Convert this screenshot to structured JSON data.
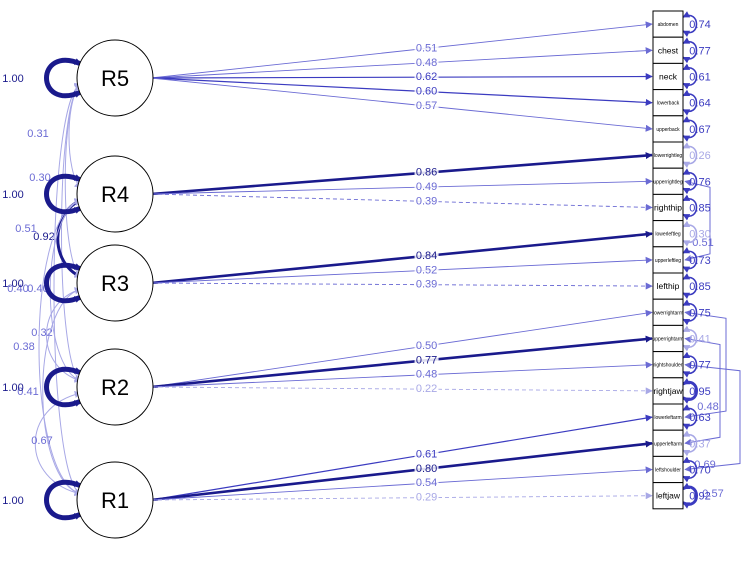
{
  "latents": [
    {
      "name": "R5",
      "variance": "1.00"
    },
    {
      "name": "R4",
      "variance": "1.00"
    },
    {
      "name": "R3",
      "variance": "1.00"
    },
    {
      "name": "R2",
      "variance": "1.00"
    },
    {
      "name": "R1",
      "variance": "1.00"
    }
  ],
  "indicators": [
    {
      "name": "abdomen",
      "residual": "0.74",
      "small": true
    },
    {
      "name": "chest",
      "residual": "0.77",
      "small": false
    },
    {
      "name": "neck",
      "residual": "0.61",
      "small": false
    },
    {
      "name": "lowerback",
      "residual": "0.64",
      "small": true
    },
    {
      "name": "upperback",
      "residual": "0.67",
      "small": true
    },
    {
      "name": "lowerrightleg",
      "residual": "0.26",
      "small": true
    },
    {
      "name": "upperrightleg",
      "residual": "0.76",
      "small": true
    },
    {
      "name": "righthip",
      "residual": "0.85",
      "small": false
    },
    {
      "name": "lowerleftleg",
      "residual": "0.30",
      "small": true
    },
    {
      "name": "upperleftleg",
      "residual": "0.73",
      "small": true
    },
    {
      "name": "lefthip",
      "residual": "0.85",
      "small": false
    },
    {
      "name": "lowerrightarm",
      "residual": "0.75",
      "small": true
    },
    {
      "name": "upperrightarm",
      "residual": "0.41",
      "small": true
    },
    {
      "name": "rightshoulder",
      "residual": "0.77",
      "small": true
    },
    {
      "name": "rightjaw",
      "residual": "0.95",
      "small": false
    },
    {
      "name": "lowerleftarm",
      "residual": "0.63",
      "small": true
    },
    {
      "name": "upperleftarm",
      "residual": "0.37",
      "small": true
    },
    {
      "name": "leftshoulder",
      "residual": "0.70",
      "small": true
    },
    {
      "name": "leftjaw",
      "residual": "0.92",
      "small": false
    }
  ],
  "loadings": [
    {
      "from": 0,
      "to": 0,
      "value": "0.51"
    },
    {
      "from": 0,
      "to": 1,
      "value": "0.48"
    },
    {
      "from": 0,
      "to": 2,
      "value": "0.62"
    },
    {
      "from": 0,
      "to": 3,
      "value": "0.60"
    },
    {
      "from": 0,
      "to": 4,
      "value": "0.57"
    },
    {
      "from": 1,
      "to": 5,
      "value": "0.86"
    },
    {
      "from": 1,
      "to": 6,
      "value": "0.49"
    },
    {
      "from": 1,
      "to": 7,
      "value": "0.39"
    },
    {
      "from": 2,
      "to": 8,
      "value": "0.84"
    },
    {
      "from": 2,
      "to": 9,
      "value": "0.52"
    },
    {
      "from": 2,
      "to": 10,
      "value": "0.39"
    },
    {
      "from": 3,
      "to": 11,
      "value": "0.50"
    },
    {
      "from": 3,
      "to": 12,
      "value": "0.77"
    },
    {
      "from": 3,
      "to": 13,
      "value": "0.48"
    },
    {
      "from": 3,
      "to": 14,
      "value": "0.22"
    },
    {
      "from": 4,
      "to": 15,
      "value": "0.61"
    },
    {
      "from": 4,
      "to": 16,
      "value": "0.80"
    },
    {
      "from": 4,
      "to": 17,
      "value": "0.54"
    },
    {
      "from": 4,
      "to": 18,
      "value": "0.29"
    }
  ],
  "latent_covariances": [
    {
      "a": 0,
      "b": 1,
      "value": "0.31"
    },
    {
      "a": 0,
      "b": 2,
      "value": "0.30"
    },
    {
      "a": 0,
      "b": 3,
      "value": "0.51"
    },
    {
      "a": 1,
      "b": 2,
      "value": "0.92"
    },
    {
      "a": 0,
      "b": 4,
      "value": "0.40"
    },
    {
      "a": 1,
      "b": 3,
      "value": "0.40"
    },
    {
      "a": 2,
      "b": 3,
      "value": "0.32"
    },
    {
      "a": 2,
      "b": 4,
      "value": "0.38"
    },
    {
      "a": 1,
      "b": 4,
      "value": "0.41"
    },
    {
      "a": 3,
      "b": 4,
      "value": "0.67"
    }
  ],
  "residual_covariances": [
    {
      "a": 6,
      "b": 9,
      "value": "0.51"
    },
    {
      "a": 11,
      "b": 15,
      "value": "0.48"
    },
    {
      "a": 12,
      "b": 16,
      "value": "0.69"
    },
    {
      "a": 13,
      "b": 17,
      "value": "0.57"
    }
  ],
  "colors": {
    "strong": "#1a1a8c",
    "medium": "#3b3bc0",
    "light": "#6b6bd4",
    "faint": "#a8a8e6"
  }
}
